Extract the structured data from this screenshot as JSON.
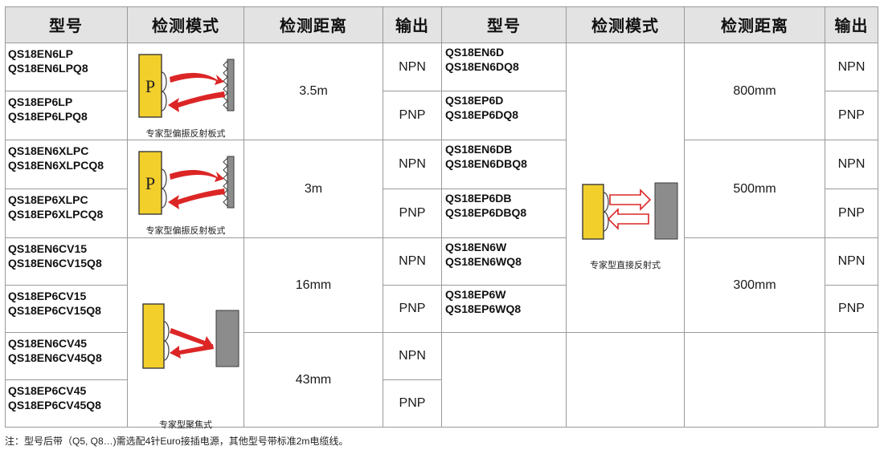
{
  "headers": [
    "型号",
    "检测模式",
    "检测距离",
    "输出",
    "型号",
    "检测模式",
    "检测距离",
    "输出"
  ],
  "left_models": [
    [
      "QS18EN6LP",
      "QS18EN6LPQ8"
    ],
    [
      "QS18EP6LP",
      "QS18EP6LPQ8"
    ],
    [
      "QS18EN6XLPC",
      "QS18EN6XLPCQ8"
    ],
    [
      "QS18EP6XLPC",
      "QS18EP6XLPCQ8"
    ],
    [
      "QS18EN6CV15",
      "QS18EN6CV15Q8"
    ],
    [
      "QS18EP6CV15",
      "QS18EP6CV15Q8"
    ],
    [
      "QS18EN6CV45",
      "QS18EN6CV45Q8"
    ],
    [
      "QS18EP6CV45",
      "QS18EP6CV45Q8"
    ]
  ],
  "left_outputs": [
    "NPN",
    "PNP",
    "NPN",
    "PNP",
    "NPN",
    "PNP",
    "NPN",
    "PNP"
  ],
  "left_modes": [
    "专家型偏振反射板式",
    "专家型偏振反射板式",
    "专家型聚焦式"
  ],
  "left_distances": [
    "3.5m",
    "3m",
    "16mm",
    "43mm"
  ],
  "polarized_label": "P",
  "right_models": [
    [
      "QS18EN6D",
      "QS18EN6DQ8"
    ],
    [
      "QS18EP6D",
      "QS18EP6DQ8"
    ],
    [
      "QS18EN6DB",
      "QS18EN6DBQ8"
    ],
    [
      "QS18EP6DB",
      "QS18EP6DBQ8"
    ],
    [
      "QS18EN6W",
      "QS18EN6WQ8"
    ],
    [
      "QS18EP6W",
      "QS18EP6WQ8"
    ]
  ],
  "right_outputs": [
    "NPN",
    "PNP",
    "NPN",
    "PNP",
    "NPN",
    "PNP"
  ],
  "right_mode": "专家型直接反射式",
  "right_distances": [
    "800mm",
    "500mm",
    "300mm"
  ],
  "note": "注：型号后带（Q5, Q8…)需选配4针Euro接插电源，其他型号带标准2m电缆线。",
  "colors": {
    "sensor": "#f3cf2c",
    "beam": "#dc2626",
    "target": "#8c8c8c",
    "header_bg": "#e3e3e3"
  }
}
